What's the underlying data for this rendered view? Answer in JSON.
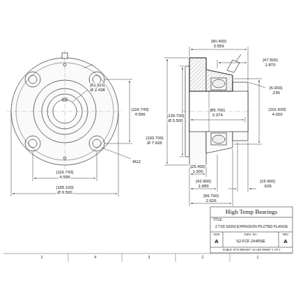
{
  "diagram": {
    "labels": [
      "[61.913]",
      "Ø 2.438",
      "[116.743]",
      "4.596",
      "[193.700]",
      "Ø 7.626",
      "[139.700]",
      "Ø 5.500",
      "M12",
      "[116.743]",
      "4.596",
      "[165.100]",
      "Ø 6.500",
      "[90.400]",
      "3.559",
      "[47.500]",
      "1.870",
      "[6.000]",
      ".236",
      "[85.700]",
      "3.374",
      "[101.600]",
      "4.000",
      "[25.400]",
      "1.000",
      "[42.900]",
      "1.689",
      "[66.700]",
      "2.626",
      "[15.900]",
      ".626",
      "High Temp Bearings",
      "TITLE:",
      "2 7/16 S2000 EXPANSION PILOTED FLANGE",
      "SIZE",
      "DWG. NO.",
      "REV",
      "A",
      "S2-FCF-244RSE",
      "A",
      "SCALE: NTS WEIGHT: 16 LBS  SHEET 1 OF 1",
      "3",
      "4",
      "3",
      "2",
      "1"
    ]
  }
}
